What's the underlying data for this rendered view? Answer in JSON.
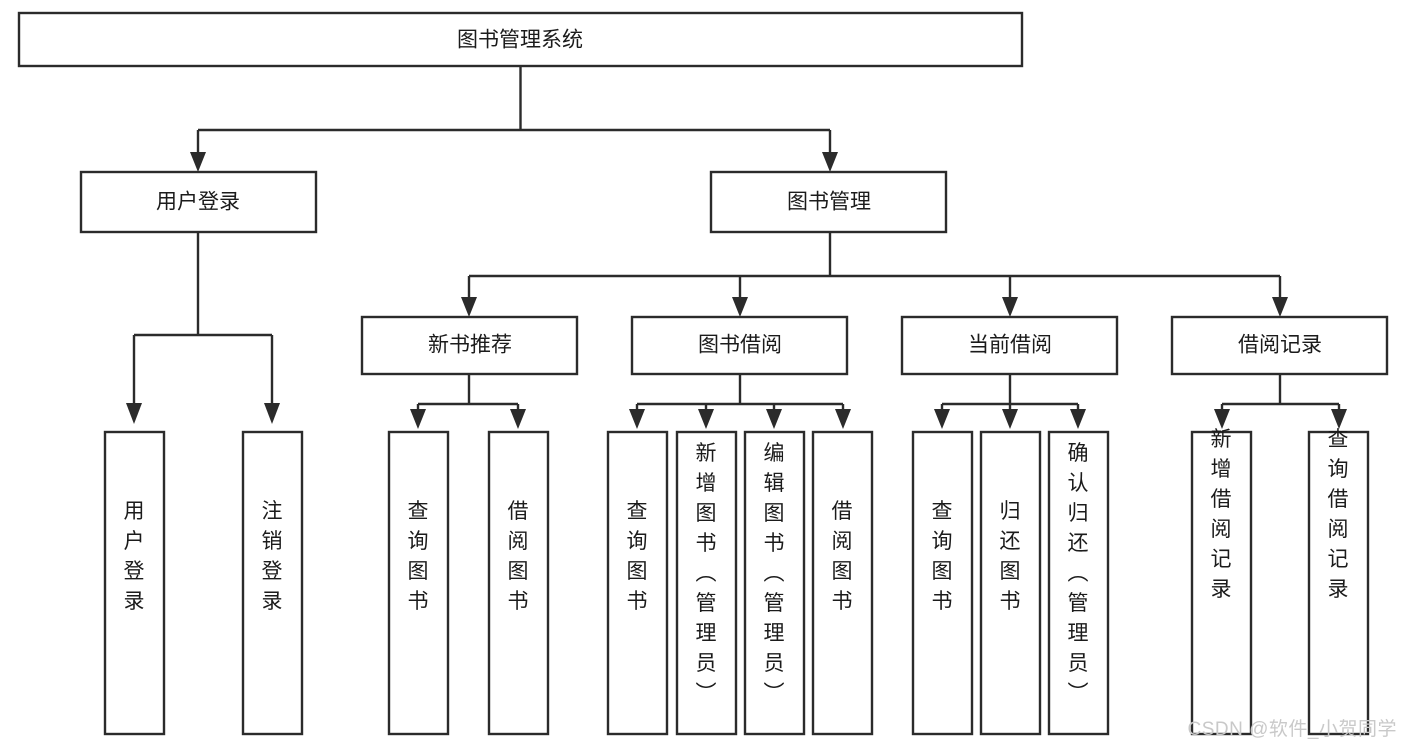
{
  "diagram": {
    "title": "图书管理系统",
    "type": "hierarchy-tree",
    "watermark": "CSDN @软件_小贺同学",
    "colors": {
      "box_fill": "#ffffff",
      "box_stroke": "#2b2b2b",
      "text": "#1b1b1b",
      "watermark": "#c9c9c9",
      "background": "#ffffff"
    },
    "root": {
      "label": "图书管理系统"
    },
    "level2": [
      {
        "label": "用户登录"
      },
      {
        "label": "图书管理"
      }
    ],
    "level3": [
      {
        "label": "新书推荐"
      },
      {
        "label": "图书借阅"
      },
      {
        "label": "当前借阅"
      },
      {
        "label": "借阅记录"
      }
    ],
    "leaves": {
      "user_login": [
        {
          "label": "用户登录"
        },
        {
          "label": "注销登录"
        }
      ],
      "new_book_recommend": [
        {
          "label": "查询图书"
        },
        {
          "label": "借阅图书"
        }
      ],
      "book_borrow": [
        {
          "label": "查询图书"
        },
        {
          "label": "新增图书（管理员）"
        },
        {
          "label": "编辑图书（管理员）"
        },
        {
          "label": "借阅图书"
        }
      ],
      "current_borrow": [
        {
          "label": "查询图书"
        },
        {
          "label": "归还图书"
        },
        {
          "label": "确认归还（管理员）"
        }
      ],
      "borrow_record": [
        {
          "label": "新增借阅记录"
        },
        {
          "label": "查询借阅记录"
        }
      ]
    }
  }
}
